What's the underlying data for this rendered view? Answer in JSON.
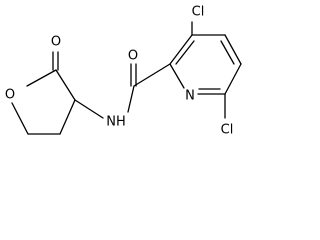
{
  "molecule": {
    "atoms": {
      "o_carbonyl_lactone": "O",
      "o_ring": "O",
      "nh": "NH",
      "o_amide": "O",
      "cl_top": "Cl",
      "n_pyridine": "N",
      "cl_bottom": "Cl"
    },
    "colors": {
      "ink": "#000000",
      "background": "#ffffff"
    }
  }
}
